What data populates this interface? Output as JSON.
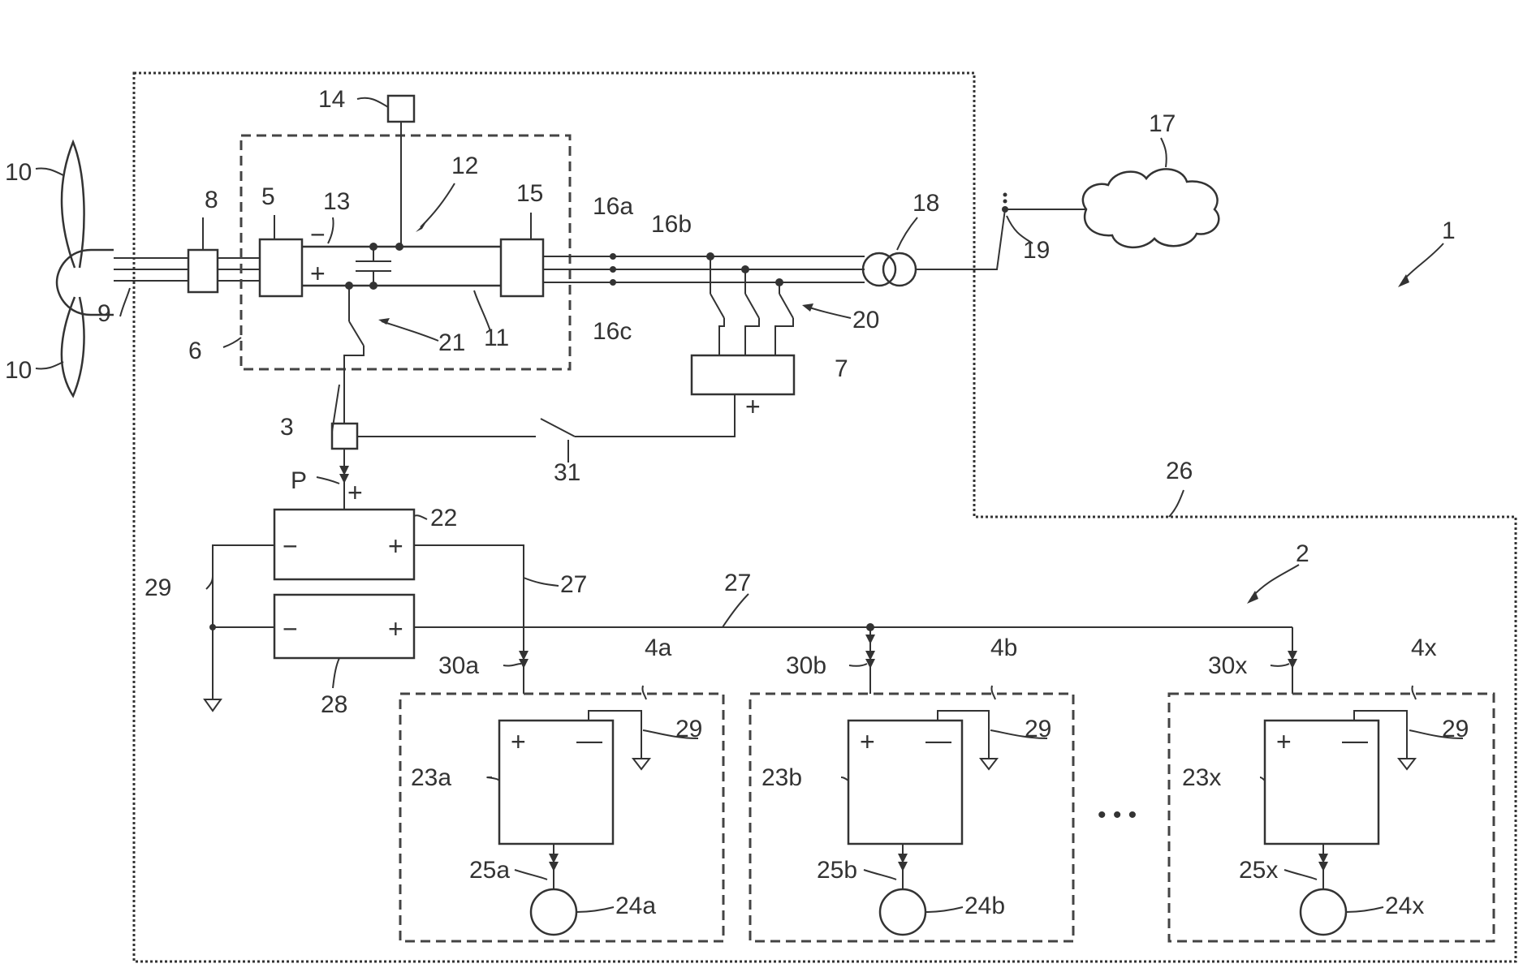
{
  "labels": {
    "system": "1",
    "battery_system": "2",
    "sw_rectifier": "3",
    "unit_a": "4a",
    "unit_b": "4b",
    "unit_x": "4x",
    "rectifier": "5",
    "converter_box": "6",
    "aux_converter": "7",
    "gearbox": "8",
    "shaft": "9",
    "blade_top": "10",
    "blade_bottom": "10",
    "dc_bus": "11",
    "converter": "12",
    "dc_link": "13",
    "controller": "14",
    "inverter": "15",
    "phase_a": "16a",
    "phase_b": "16b",
    "phase_c": "16c",
    "grid": "17",
    "transformer": "18",
    "grid_point": "19",
    "ac_switch": "20",
    "dc_switch": "21",
    "dcdc_main": "22",
    "conv_a": "23a",
    "conv_b": "23b",
    "conv_x": "23x",
    "motor_a": "24a",
    "motor_b": "24b",
    "motor_x": "24x",
    "link_a": "25a",
    "link_b": "25b",
    "link_x": "25x",
    "nacelle_boundary": "26",
    "bus_left": "27",
    "bus_mid": "27",
    "dcdc_aux": "28",
    "ground_left": "29",
    "ground_a": "29",
    "ground_b": "29",
    "ground_x": "29",
    "sensor_a": "30a",
    "sensor_b": "30b",
    "sensor_x": "30x",
    "bypass_switch": "31",
    "power": "P",
    "ellipsis": "• • •"
  },
  "symbols": {
    "plus": "+",
    "minus": "−",
    "dc_minus": "—"
  }
}
